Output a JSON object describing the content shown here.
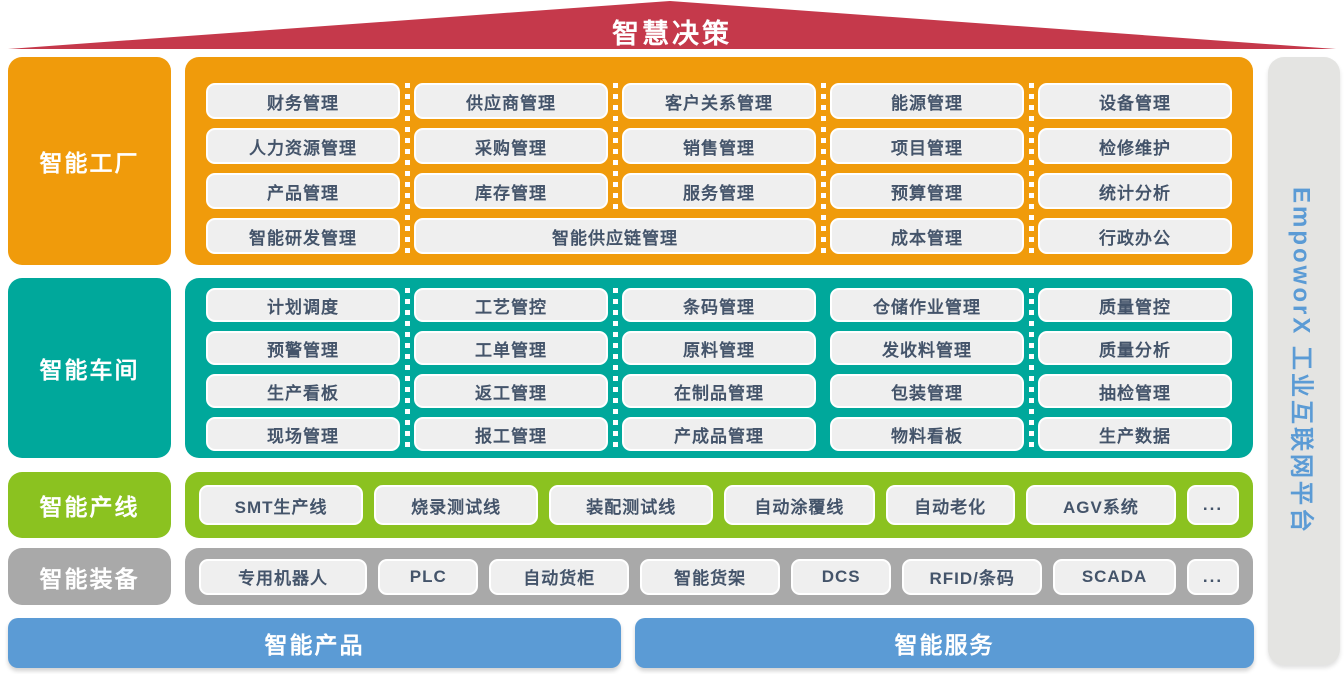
{
  "roof": {
    "title": "智慧决策"
  },
  "platform": {
    "label": "EmpoworX 工业互联网平台"
  },
  "colors": {
    "roof": "#C5394B",
    "factory": "#F09B0B",
    "workshop": "#00A89B",
    "line": "#8BC220",
    "equipment": "#A9A9A9",
    "product_service": "#5B9BD5",
    "box_bg": "#EFEFEF",
    "box_text": "#44546A",
    "platform_bg": "#E4E4E2",
    "platform_text": "#5B9BD5"
  },
  "factory": {
    "label": "智能工厂",
    "row1": [
      "财务管理",
      "供应商管理",
      "客户关系管理",
      "能源管理",
      "设备管理"
    ],
    "row2": [
      "人力资源管理",
      "采购管理",
      "销售管理",
      "项目管理",
      "检修维护"
    ],
    "row3": [
      "产品管理",
      "库存管理",
      "服务管理",
      "预算管理",
      "统计分析"
    ],
    "row4": [
      "智能研发管理",
      "智能供应链管理",
      "成本管理",
      "行政办公"
    ]
  },
  "workshop": {
    "label": "智能车间",
    "row1": [
      "计划调度",
      "工艺管控",
      "条码管理",
      "仓储作业管理",
      "质量管控"
    ],
    "row2": [
      "预警管理",
      "工单管理",
      "原料管理",
      "发收料管理",
      "质量分析"
    ],
    "row3": [
      "生产看板",
      "返工管理",
      "在制品管理",
      "包装管理",
      "抽检管理"
    ],
    "row4": [
      "现场管理",
      "报工管理",
      "产成品管理",
      "物料看板",
      "生产数据"
    ]
  },
  "line": {
    "label": "智能产线",
    "items": [
      "SMT生产线",
      "烧录测试线",
      "装配测试线",
      "自动涂覆线",
      "自动老化",
      "AGV系统",
      "..."
    ]
  },
  "equipment": {
    "label": "智能装备",
    "items": [
      "专用机器人",
      "PLC",
      "自动货柜",
      "智能货架",
      "DCS",
      "RFID/条码",
      "SCADA",
      "..."
    ]
  },
  "bottom": {
    "product": "智能产品",
    "service": "智能服务"
  }
}
